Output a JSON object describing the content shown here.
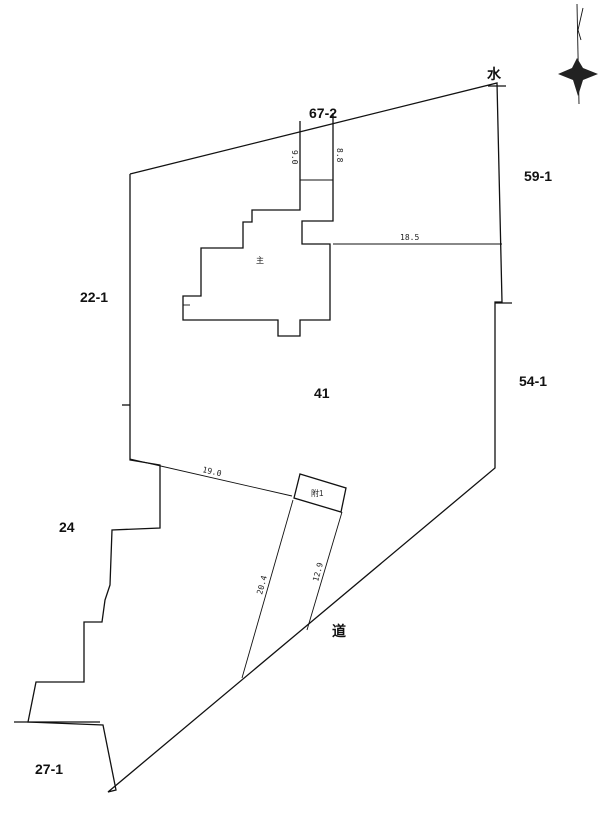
{
  "parcels": {
    "main": "41",
    "north": "67-2",
    "northeast": "59-1",
    "west": "22-1",
    "east": "54-1",
    "southwest": "24",
    "south": "27-1"
  },
  "road_label": "道",
  "water_label": "水",
  "buildings": {
    "main": "主",
    "annex": "附1"
  },
  "dimensions": {
    "top_left": "9.0",
    "top_right": "8.8",
    "east_setback": "18.5",
    "west_diag": "19.0",
    "annex_long": "20.4",
    "annex_short": "12.9"
  }
}
